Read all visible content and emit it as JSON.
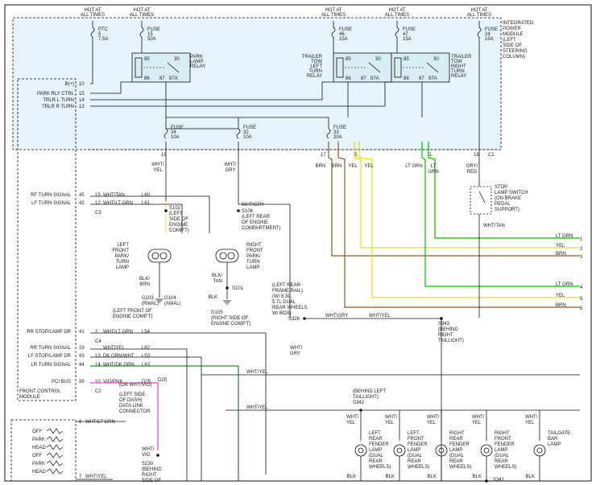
{
  "top_labels": {
    "hot_ptc": [
      "HOT AT",
      "ALL TIMES"
    ],
    "hot_f15": [
      "HOT AT",
      "ALL TIMES"
    ],
    "hot_f46": [
      "HOT AT",
      "ALL TIMES"
    ],
    "hot_f47": [
      "HOT AT",
      "ALL TIMES"
    ],
    "hot_f24": [
      "HOT AT",
      "ALL TIMES"
    ]
  },
  "ipm_title": [
    "INTEGRATED",
    "POWER",
    "MODULE",
    "(LEFT",
    "SIDE OF",
    "STEERING",
    "COLUMN)"
  ],
  "fuses": {
    "ptc": [
      "PTC",
      "5",
      "7.5A"
    ],
    "f15": [
      "FUSE",
      "15",
      "50A"
    ],
    "f46": [
      "FUSE",
      "46",
      "15A"
    ],
    "f47": [
      "FUSE",
      "47",
      "15A"
    ],
    "f24": [
      "FUSE",
      "24",
      "15A"
    ],
    "f34": [
      "FUSE",
      "34",
      "10A"
    ],
    "f32": [
      "FUSE",
      "32",
      "10A"
    ],
    "f33": [
      "FUSE",
      "33",
      "20A"
    ]
  },
  "relays": {
    "park": [
      "PARK",
      "LAMP",
      "RELAY"
    ],
    "trl_left": [
      "TRAILER",
      "TOW",
      "LEFT",
      "TURN",
      "RELAY"
    ],
    "trl_right": [
      "TRAILER",
      "TOW",
      "RIGHT",
      "TURN",
      "RELAY"
    ],
    "pins": [
      "85",
      "30",
      "86",
      "87",
      "87A"
    ]
  },
  "ipm_pins": [
    {
      "label": "B(+)",
      "pin": "10"
    },
    {
      "label": "PARK RLY CTRL",
      "pin": "15"
    },
    {
      "label": "TRLR L TURN",
      "pin": "14"
    },
    {
      "label": "TRLR R TURN",
      "pin": "13"
    }
  ],
  "fcm_pins": [
    {
      "label": "RF TURN SIGNAL",
      "pin": "45",
      "pin2": "15",
      "wire": "WHT/TAN",
      "circuit": "L60"
    },
    {
      "label": "LF TURN SIGNAL",
      "pin": "42",
      "pin2": "12",
      "wire": "WHT/LT GRN",
      "circuit": "L61"
    },
    {
      "label": "RR STOP/LAMP DR",
      "pin": "41",
      "pin2": "2",
      "wire": "WHT/LT GRN",
      "circuit": "L54"
    },
    {
      "label": "RR TURN SIGNAL",
      "pin": "19",
      "pin2": "",
      "wire": "WHT/YEL",
      "circuit": "L62"
    },
    {
      "label": "LF STOP/LAMP DR",
      "pin": "43",
      "pin2": "13",
      "wire": "DK GRN/WHT",
      "circuit": "L53"
    },
    {
      "label": "LR TURN SIGNAL",
      "pin": "44",
      "pin2": "14",
      "wire": "WHT/DK GRN",
      "circuit": "L63"
    },
    {
      "label": "PCI BUS",
      "pin": "38",
      "pin2": "10",
      "wire": "VIO/PNK",
      "circuit": "D25"
    }
  ],
  "connectors": [
    "C1",
    "C3",
    "C4",
    "C2"
  ],
  "fcm_title": [
    "FRONT CONTROL",
    "MODULE"
  ],
  "ipm_conn_pins": [
    "19",
    "17",
    "5",
    "11",
    "18"
  ],
  "wire_top": [
    "WHT/",
    "YEL",
    "WHT/",
    "GRY",
    "BRN",
    "BRN",
    "YEL",
    "YEL",
    "LT GRN",
    "LT",
    "GRN",
    "GRY/",
    "RED"
  ],
  "splices": {
    "s102": [
      "S102",
      "(LEFT",
      "SIDE OF",
      "ENGINE",
      "COMP'T)"
    ],
    "s106": [
      "S106",
      "(LEFT REAR",
      "OF ENGINE",
      "COMPARTMENT)"
    ],
    "s101": "S101",
    "s326": "S326",
    "s343": [
      "S343",
      "(BEHIND",
      "RIGHT",
      "TAILLIGHT)"
    ],
    "s342": [
      "(BEHIND LEFT",
      "TAILLIGHT)",
      "S342"
    ],
    "s230": [
      "S230",
      "(BEHIND",
      "RIGHT",
      "SIDE OF"
    ],
    "s341": "S341"
  },
  "lamps": {
    "lf_park": [
      "LEFT",
      "FRONT",
      "PARK/",
      "TURN",
      "LAMP"
    ],
    "rf_park": [
      "RIGHT",
      "FRONT",
      "PARK/",
      "TURN",
      "LAMP"
    ],
    "lr_fender1": [
      "LEFT",
      "REAR",
      "FENDER",
      "LAMP",
      "(DUAL",
      "REAR",
      "WHEELS)"
    ],
    "lr_fender2": [
      "LEFT",
      "FRONT",
      "FENDER",
      "LAMP",
      "(DUAL",
      "REAR",
      "WHEELS)"
    ],
    "rr_fender1": [
      "RIGHT",
      "REAR",
      "FENDER",
      "LAMP",
      "(DUAL",
      "REAR",
      "WHEELS)"
    ],
    "rr_fender2": [
      "RIGHT",
      "FRONT",
      "FENDER",
      "LAMP",
      "(DUAL",
      "REAR",
      "WHEELS)"
    ],
    "tailgate": [
      "TAILGATE",
      "BAR",
      "LAMP"
    ]
  },
  "grounds": {
    "g103": [
      "G103",
      "(RWAL)"
    ],
    "g104": [
      "G104",
      "(AWAL)"
    ],
    "g103_note": [
      "(LEFT FRONT OF",
      "ENGINE COMP'T)"
    ],
    "g105": [
      "G105",
      "(RIGHT SIDE OF",
      "ENGINE COMP'T)"
    ]
  },
  "stop_switch": [
    "STOP",
    "LAMP SWITCH",
    "(ON BRAKE",
    "PEDAL",
    "SUPPORT)"
  ],
  "frame_rail": [
    "(LEFT REAR",
    "FRAME RAIL)",
    "(W/ 8.3L,",
    "5.7L DUAL",
    "REAR WHEELS",
    "W/ BOX)"
  ],
  "dlc": [
    "(LEFT SIDE",
    "OF DASH)",
    "DATA LINK",
    "CONNECTOR"
  ],
  "trailer_right": [
    {
      "wire": "LT GRN",
      "num": "1",
      "color": "#00c000"
    },
    {
      "wire": "YEL",
      "num": "2",
      "color": "#e8e000"
    },
    {
      "wire": "BRN",
      "num": "3",
      "color": "#8b5a2b"
    },
    {
      "wire": "LT GRN",
      "num": "4",
      "color": "#00c000"
    },
    {
      "wire": "YEL",
      "num": "5",
      "color": "#e8e000"
    },
    {
      "wire": "BRN",
      "num": "6",
      "color": "#8b5a2b"
    }
  ],
  "misc_labels": {
    "wht_yel": "WHT/YEL",
    "wht_gry": "WHT/GRY",
    "wht_tan": "WHT/TAN",
    "wht_ltgrn": "WHT/LT GRN",
    "blk": "BLK",
    "blk_brn": [
      "BLK/",
      "BRN"
    ],
    "blk_tan": [
      "BLK/",
      "TAN"
    ],
    "wht_vio": [
      "WHT/",
      "VIO"
    ],
    "vio_note": "(OR WHT/VIO)",
    "headlamp_switch": [
      "OFF",
      "PARK",
      "HEAD",
      "OFF",
      "PARK",
      "HEAD"
    ]
  },
  "colors": {
    "ipm_bg": "#e4f4fa",
    "green": "#00c000",
    "yellow": "#e8e000",
    "brown": "#8b5a2b",
    "dkgreen": "#006400",
    "magenta": "#e020c0",
    "line": "#111111"
  }
}
